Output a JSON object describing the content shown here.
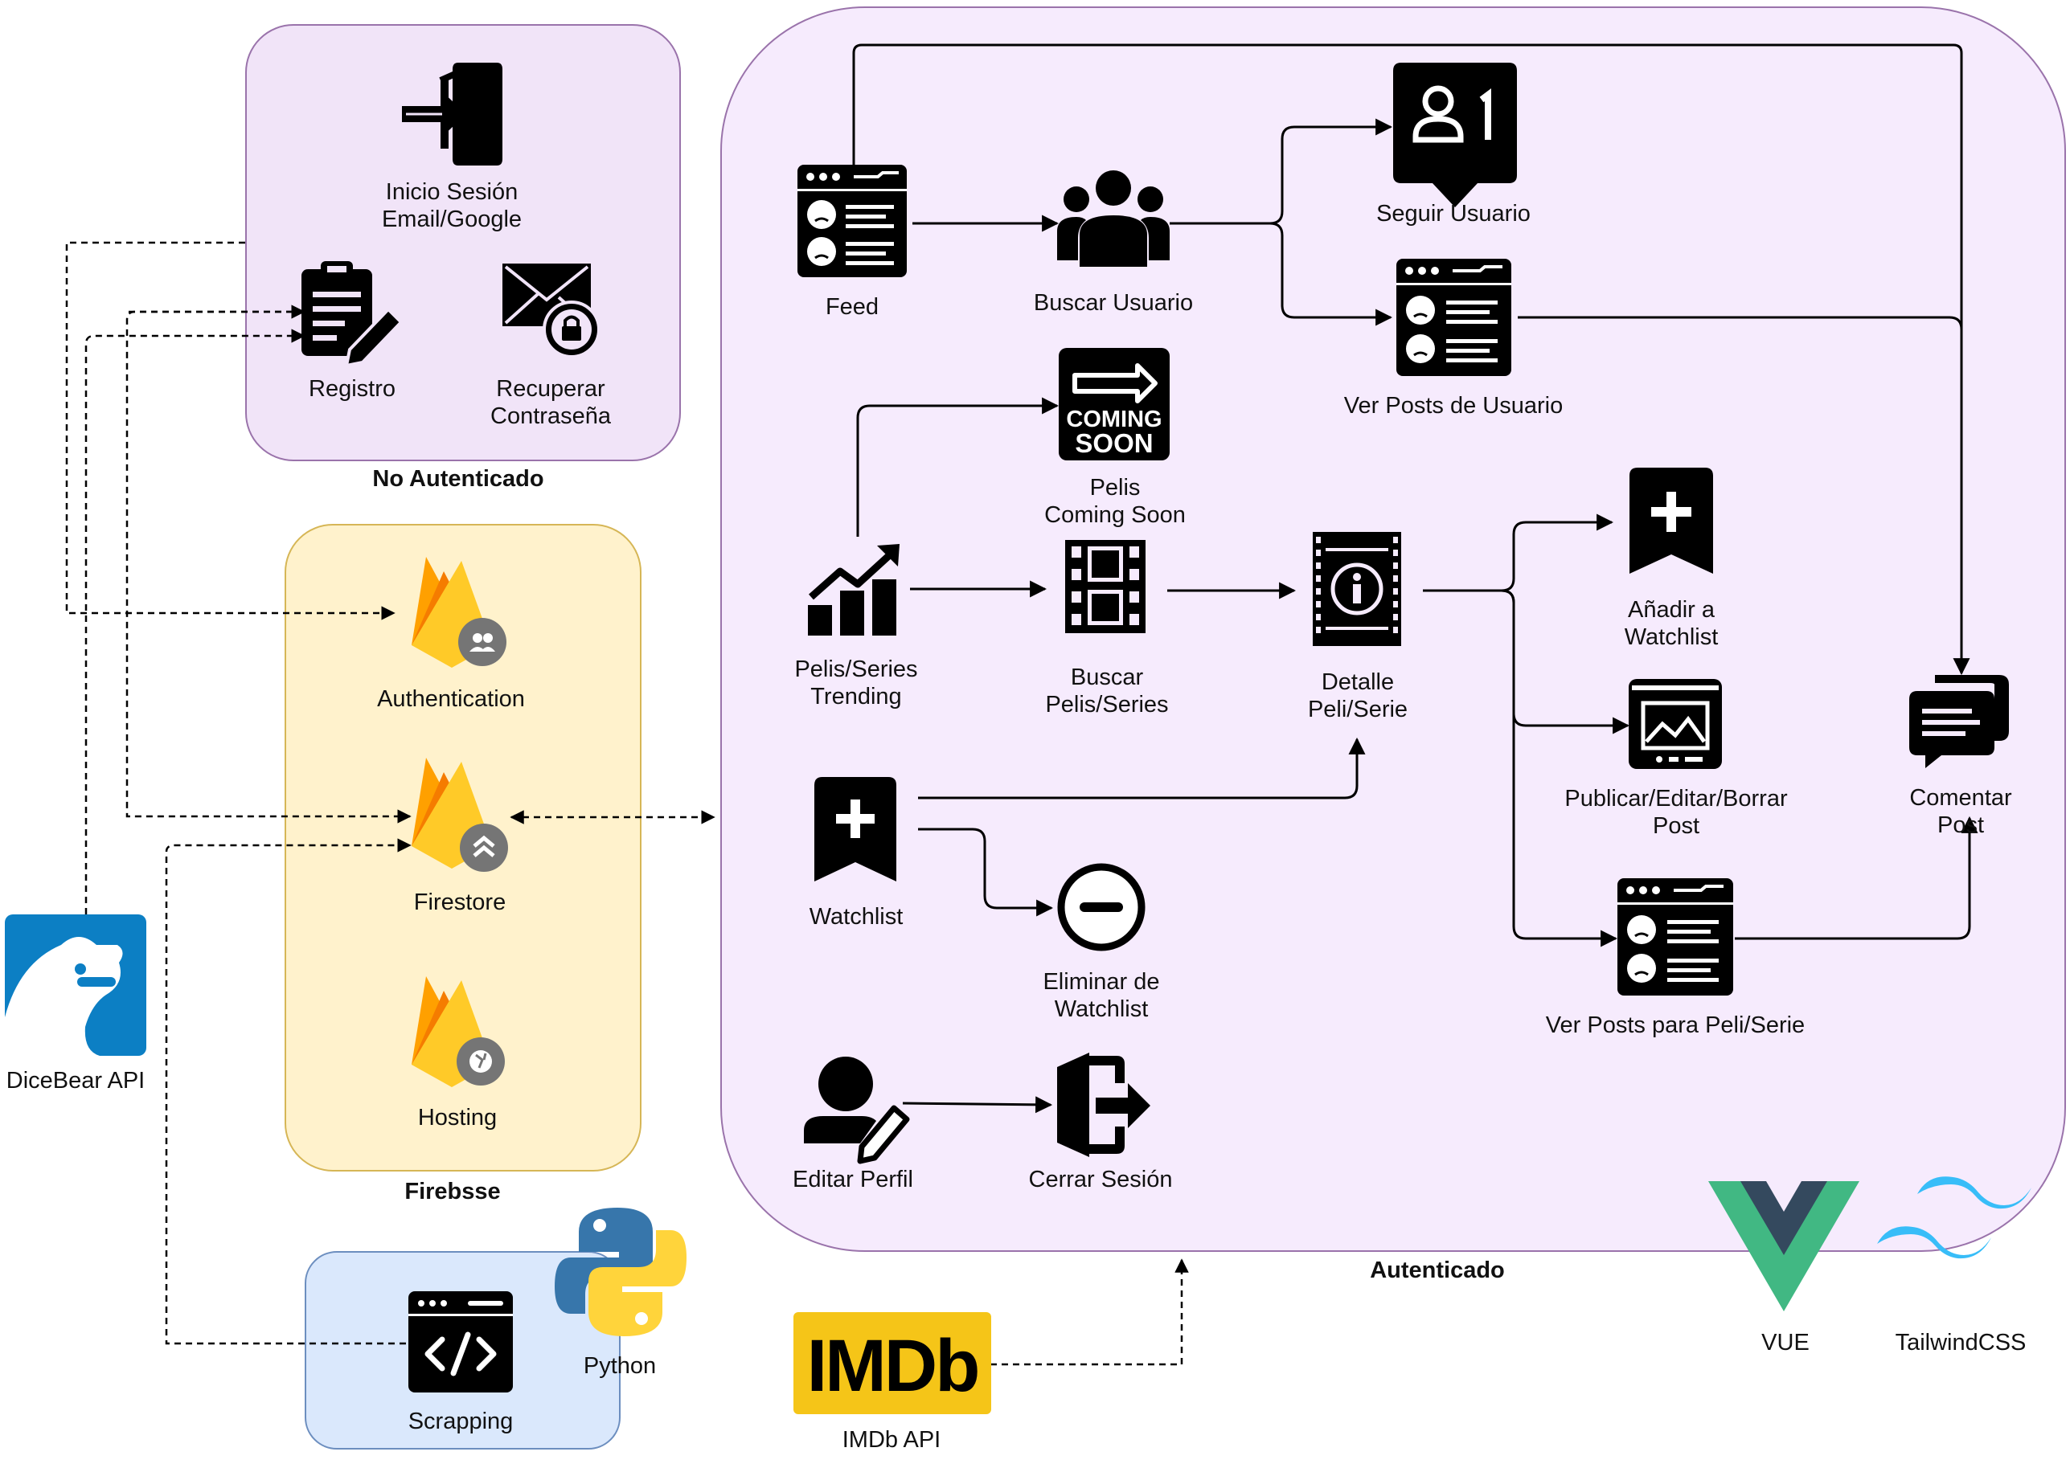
{
  "groups": {
    "no_auth": "No Autenticado",
    "firebase": "Firebsse",
    "auth": "Autenticado"
  },
  "nodes": {
    "inicio_sesion": "Inicio Sesión\nEmail/Google",
    "registro": "Registro",
    "recuperar": "Recuperar\nContraseña",
    "authentication": "Authentication",
    "firestore": "Firestore",
    "hosting": "Hosting",
    "dicebear": "DiceBear API",
    "scrapping": "Scrapping",
    "python": "Python",
    "imdb_api": "IMDb API",
    "feed": "Feed",
    "buscar_usuario": "Buscar Usuario",
    "seguir_usuario": "Seguir Usuario",
    "ver_posts_usuario": "Ver Posts de Usuario",
    "pelis_coming_soon": "Pelis\nComing Soon",
    "pelis_series_trending": "Pelis/Series\nTrending",
    "buscar_pelis_series": "Buscar\nPelis/Series",
    "detalle": "Detalle\nPeli/Serie",
    "anadir_watchlist": "Añadir a\nWatchlist",
    "publicar_post": "Publicar/Editar/Borrar\nPost",
    "comentar_post": "Comentar Post",
    "watchlist": "Watchlist",
    "eliminar_watchlist": "Eliminar de\nWatchlist",
    "ver_posts_peli": "Ver Posts para Peli/Serie",
    "editar_perfil": "Editar Perfil",
    "cerrar_sesion": "Cerrar Sesión",
    "vue": "VUE",
    "tailwind": "TailwindCSS"
  },
  "logos": {
    "imdb": "IMDb",
    "coming_soon_line1": "COMING",
    "coming_soon_line2": "SOON"
  },
  "colors": {
    "no_auth_fill": "#f1e4f8",
    "no_auth_stroke": "#9a73ab",
    "firebase_fill": "#fff2cc",
    "firebase_stroke": "#d6b656",
    "scrap_fill": "#dae8fc",
    "scrap_stroke": "#6c8ebf",
    "auth_fill": "#f6ebfd",
    "auth_stroke": "#9a73ab",
    "dicebear": "#0c7fc4",
    "imdb": "#f5c518",
    "vue_green": "#41b883",
    "vue_dark": "#34495e",
    "tailwind": "#38bdf8",
    "python_blue": "#3776ab",
    "python_yellow": "#ffd43b",
    "firebase_yellow": "#ffca28",
    "firebase_orange": "#f57c00"
  }
}
